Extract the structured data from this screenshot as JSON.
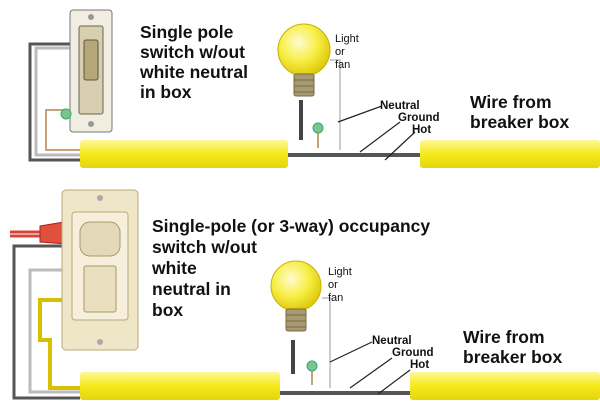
{
  "panels": [
    {
      "caption": "Single pole\nswitch w/out\nwhite neutral\nin box",
      "fixture_label": "Light\nor\nfan",
      "wire_labels": [
        "Neutral",
        "Ground",
        "Hot"
      ],
      "source_label": "Wire from\nbreaker box",
      "switch_type": "single-pole-toggle"
    },
    {
      "caption": "Single-pole (or 3-way) occupancy\nswitch w/out\nwhite\nneutral in\nbox",
      "fixture_label": "Light\nor\nfan",
      "wire_labels": [
        "Neutral",
        "Ground",
        "Hot"
      ],
      "source_label": "Wire from\nbreaker box",
      "switch_type": "occupancy-sensor"
    }
  ],
  "colors": {
    "cable_sheath": "#f5ea1a",
    "bulb": "#f8ef4a",
    "neutral_wire": "#e8e8e8",
    "hot_wire": "#555555",
    "ground_wire": "#c9a27a",
    "red_wire": "#d9443a"
  },
  "icons": [
    "toggle-switch-icon",
    "occupancy-sensor-icon",
    "light-bulb-icon",
    "wire-nut-icon",
    "ground-screw-icon"
  ]
}
